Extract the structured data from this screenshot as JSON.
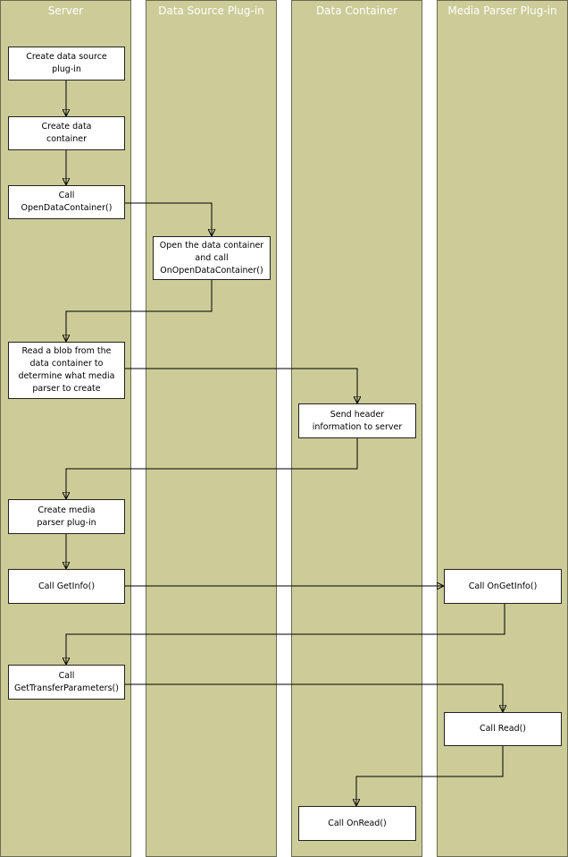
{
  "lanes": {
    "server": "Server",
    "data_source": "Data Source Plug-in",
    "data_container": "Data Container",
    "media_parser": "Media Parser Plug-in"
  },
  "steps": {
    "create_dsp": "Create data source\nplug-in",
    "create_dc": "Create data\ncontainer",
    "call_open": "Call\nOpenDataContainer()",
    "open_dc": "Open the data container\nand call\nOnOpenDataContainer()",
    "read_blob": "Read a blob from the\ndata container to\ndetermine what media\nparser to create",
    "send_header": "Send header\ninformation to server",
    "create_mpp": "Create media\nparser plug-in",
    "call_getinfo": "Call GetInfo()",
    "on_getinfo": "Call OnGetInfo()",
    "call_gtp": "Call\nGetTransferParameters()",
    "call_read": "Call Read()",
    "on_read": "Call OnRead()"
  }
}
